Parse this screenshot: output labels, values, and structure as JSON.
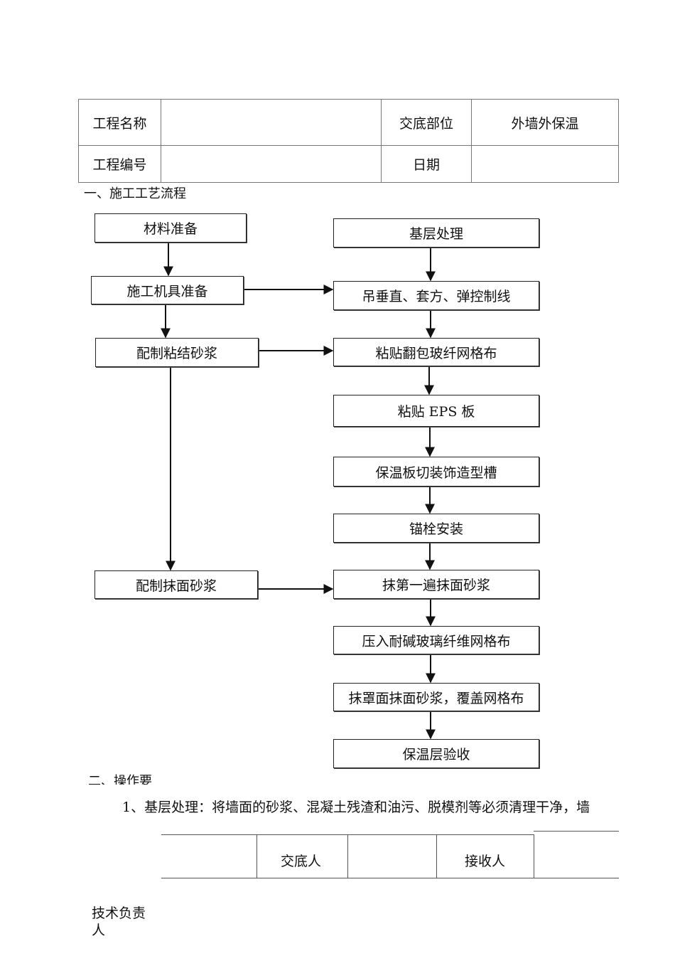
{
  "header_table": {
    "project_name_label": "工程名称",
    "project_name_value": "",
    "location_label": "交底部位",
    "location_value": "外墙外保温",
    "project_no_label": "工程编号",
    "project_no_value": "",
    "date_label": "日期",
    "date_value": ""
  },
  "section1_heading": "一、施工工艺流程",
  "flow": {
    "left": [
      "材料准备",
      "施工机具准备",
      "配制粘结砂浆",
      "配制抹面砂浆"
    ],
    "right": [
      "基层处理",
      "吊垂直、套方、弹控制线",
      "粘贴翻包玻纤网格布",
      "粘贴 EPS 板",
      "保温板切装饰造型槽",
      "锚栓安装",
      "抹第一遍抹面砂浆",
      "压入耐碱玻璃纤维网格布",
      "抹罩面抹面砂浆，覆盖网格布",
      "保温层验收"
    ]
  },
  "section2_heading": "二、操作要",
  "paragraph1": "1、基层处理：将墙面的砂浆、混凝土残渣和油污、脱模剂等必须清理干净，墙",
  "signature": {
    "tech_lead_label": "技术负责人",
    "handover_label": "交底人",
    "handover_value": "",
    "receiver_label": "接收人",
    "receiver_value": ""
  }
}
